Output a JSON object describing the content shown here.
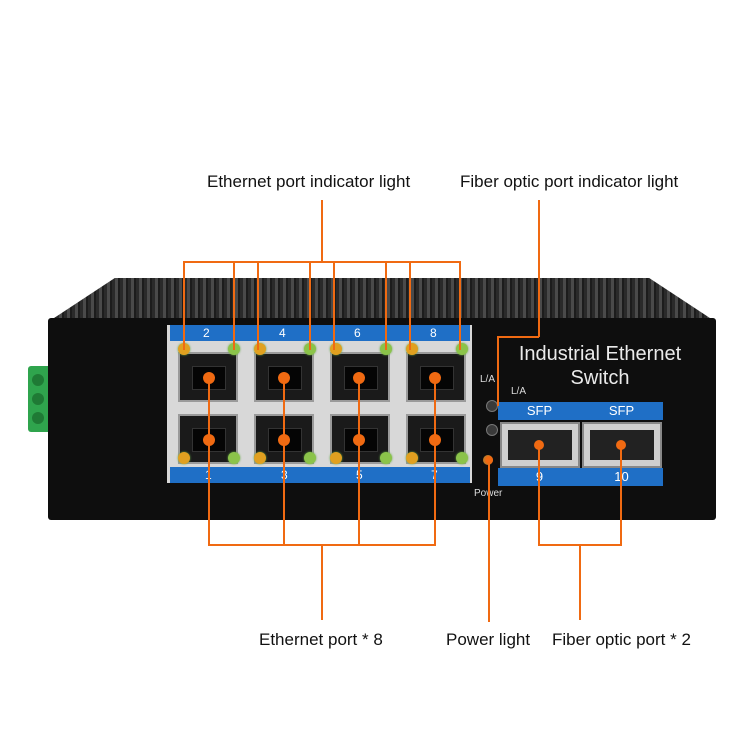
{
  "callouts": {
    "eth_led": "Ethernet port indicator light",
    "fiber_led": "Fiber optic port indicator light",
    "eth_port": "Ethernet port * 8",
    "power_light": "Power light",
    "fiber_port": "Fiber optic port * 2"
  },
  "device": {
    "brand_line1": "Industrial Ethernet",
    "brand_line2": "Switch",
    "top_port_numbers": [
      "2",
      "4",
      "6",
      "8"
    ],
    "bottom_port_numbers": [
      "1",
      "3",
      "5",
      "7"
    ],
    "sfp_label": "SFP",
    "sfp_ports": [
      "9",
      "10"
    ],
    "la_label": "L/A",
    "power_label": "Power"
  },
  "colors": {
    "accent_lines": "#f06a12",
    "port_strip": "#1f6fc6",
    "terminal_block": "#2fa44d"
  }
}
